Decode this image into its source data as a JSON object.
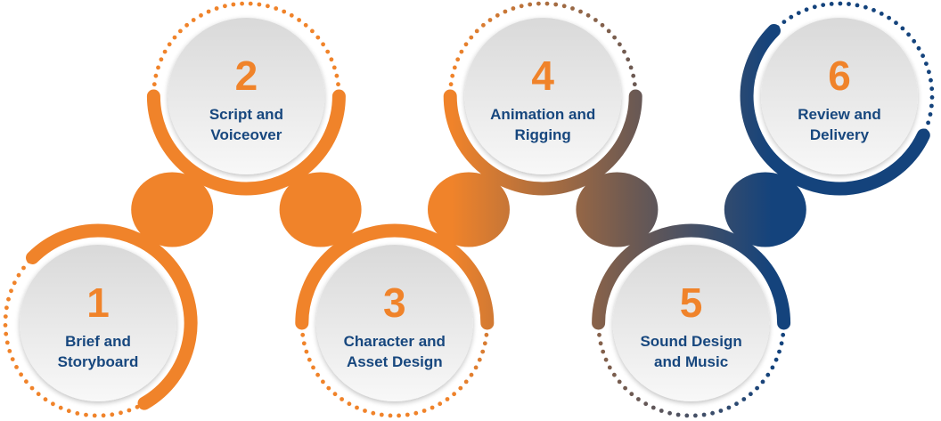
{
  "diagram": {
    "title": "",
    "colors": {
      "number": "#F0832A",
      "label": "#17477E",
      "gradient_start": "#F0832A",
      "gradient_end": "#14437C",
      "disk_top": "#DCDCDC",
      "disk_bottom": "#F7F7F7"
    },
    "steps": [
      {
        "number": "1",
        "line1": "Brief and",
        "line2": "Storyboard",
        "row": "bottom"
      },
      {
        "number": "2",
        "line1": "Script and",
        "line2": "Voiceover",
        "row": "top"
      },
      {
        "number": "3",
        "line1": "Character and",
        "line2": "Asset Design",
        "row": "bottom"
      },
      {
        "number": "4",
        "line1": "Animation and",
        "line2": "Rigging",
        "row": "top"
      },
      {
        "number": "5",
        "line1": "Sound Design",
        "line2": "and Music",
        "row": "bottom"
      },
      {
        "number": "6",
        "line1": "Review and",
        "line2": "Delivery",
        "row": "top"
      }
    ]
  }
}
